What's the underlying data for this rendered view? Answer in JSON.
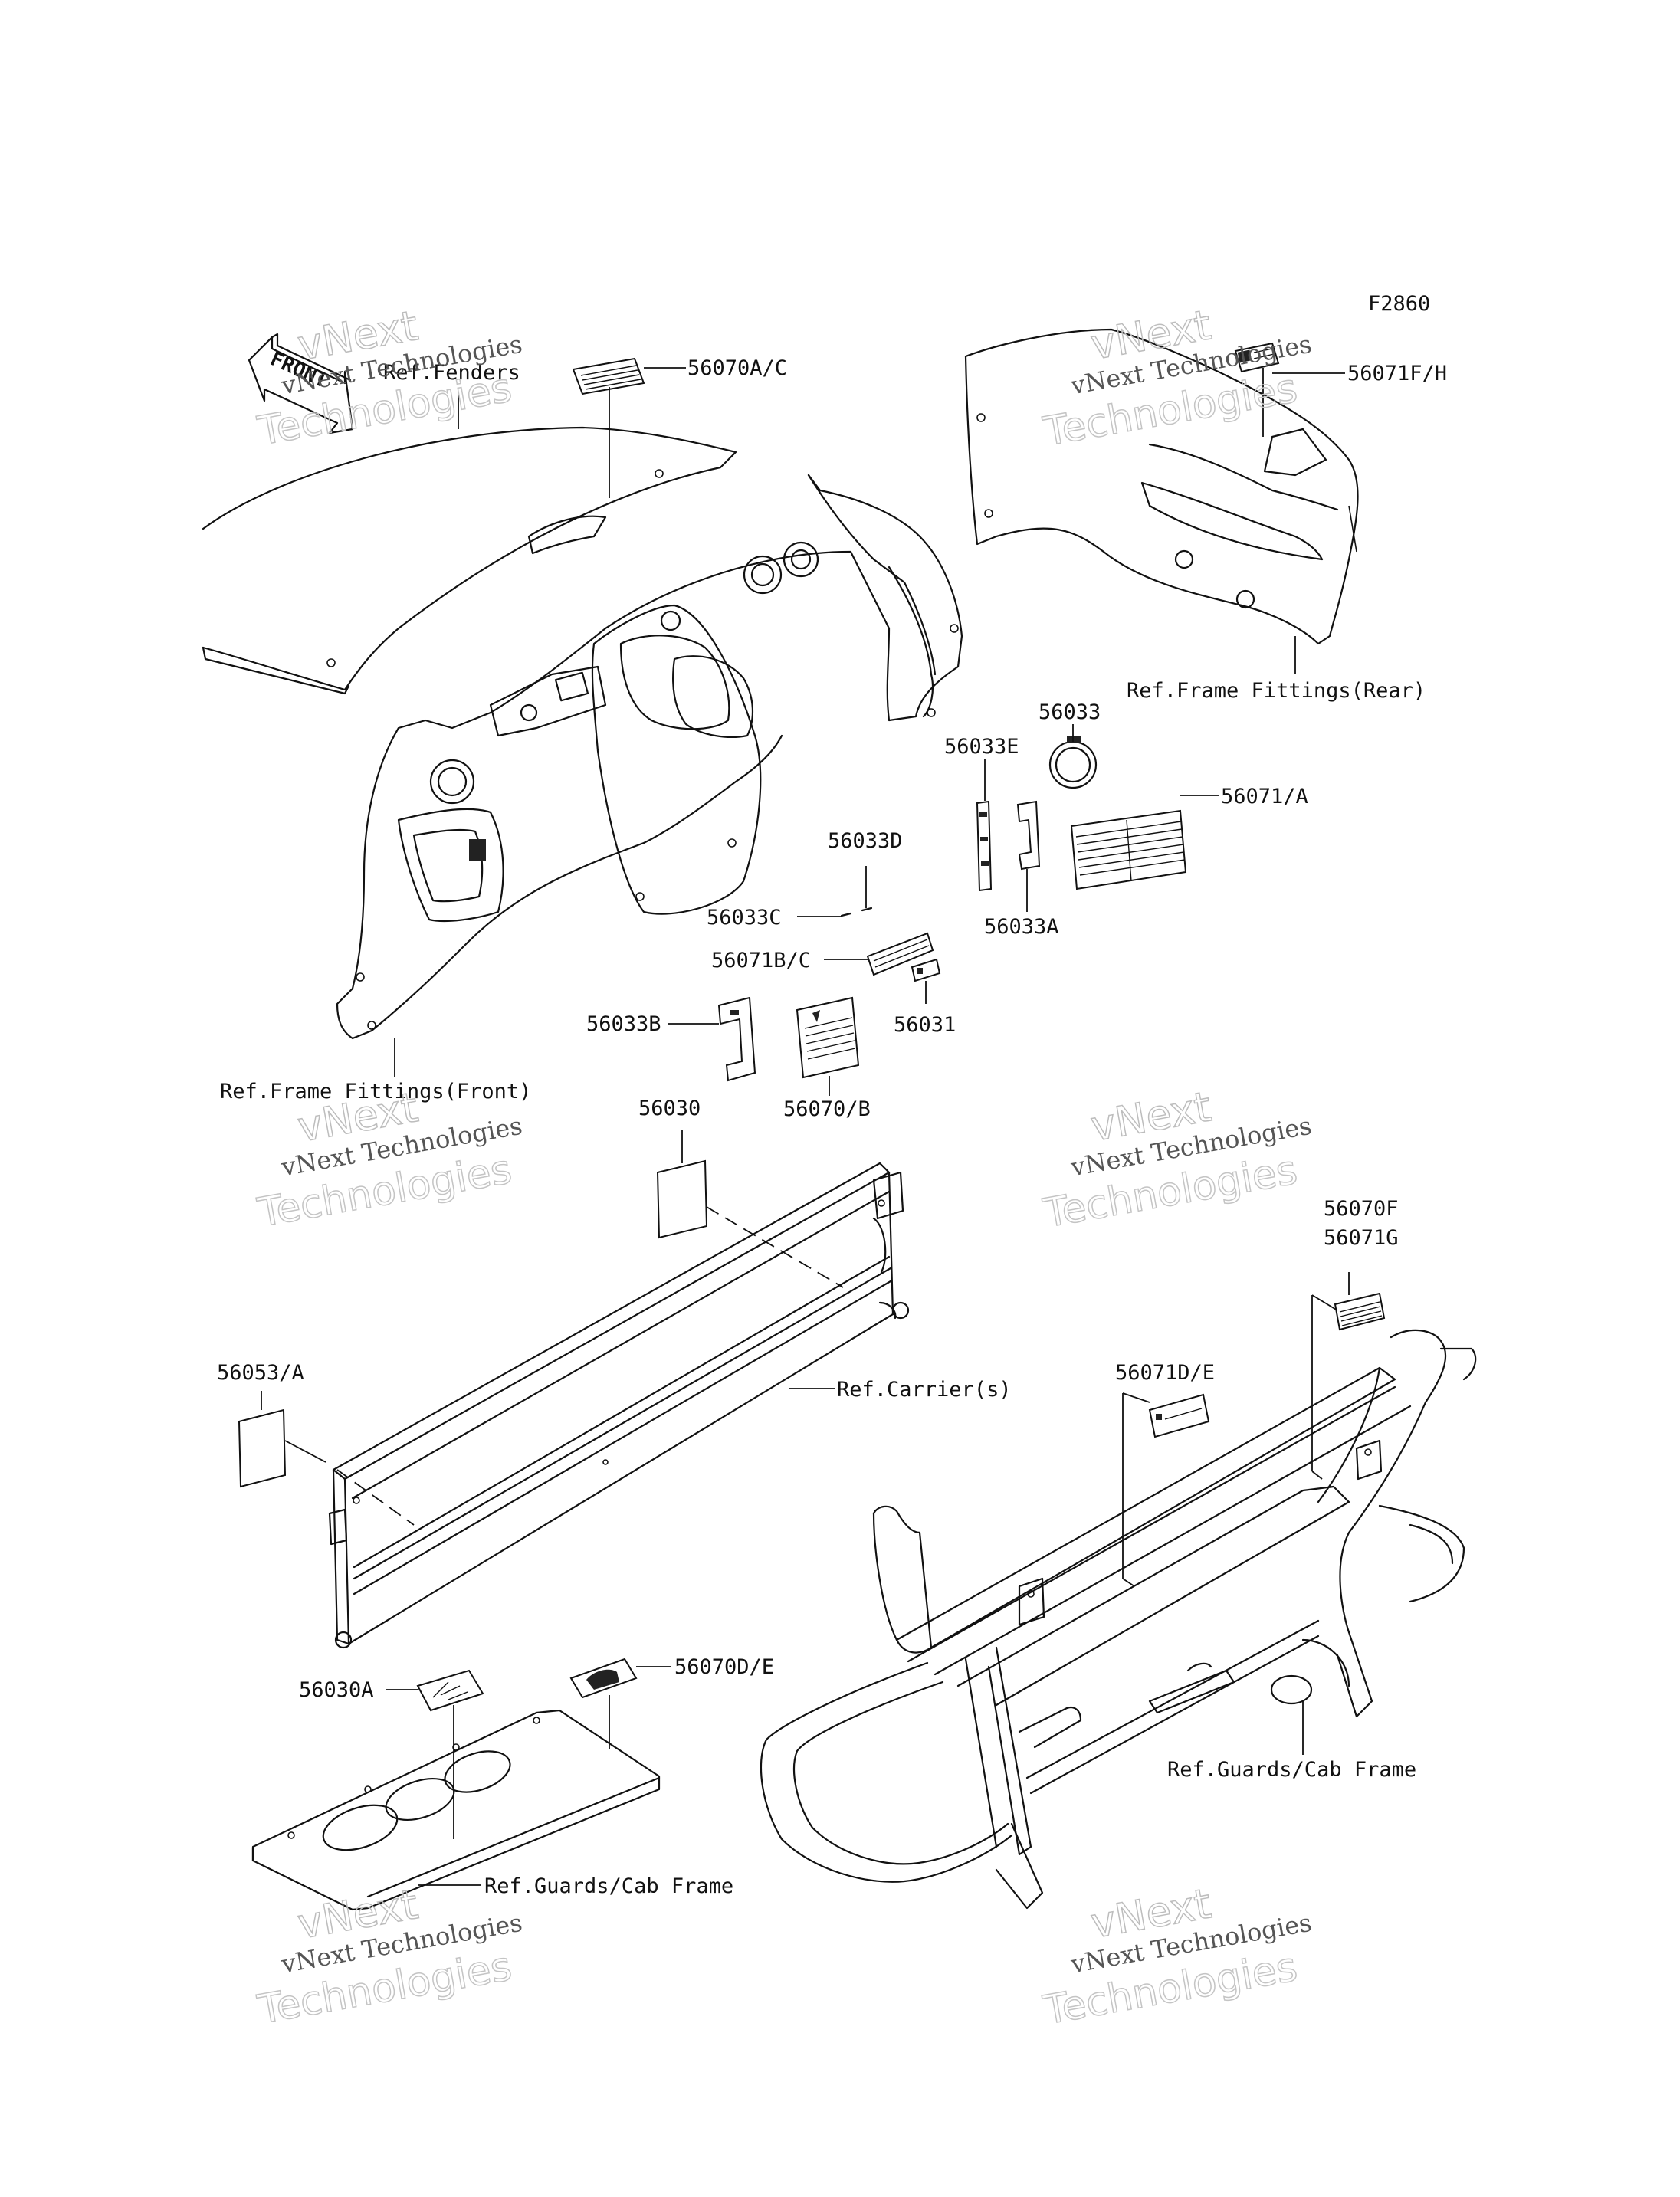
{
  "figure_code": "F2860",
  "labels": {
    "p56070AC": "56070A/C",
    "p56071FH": "56071F/H",
    "ref_fenders": "Ref.Fenders",
    "ref_frame_rear": "Ref.Frame Fittings(Rear)",
    "p56033": "56033",
    "p56033E": "56033E",
    "p56071A": "56071/A",
    "p56033D": "56033D",
    "p56033C": "56033C",
    "p56033A": "56033A",
    "p56071BC": "56071B/C",
    "p56031": "56031",
    "p56033B": "56033B",
    "p56070B": "56070/B",
    "ref_frame_front": "Ref.Frame Fittings(Front)",
    "p56030": "56030",
    "p56070F": "56070F",
    "p56071G": "56071G",
    "p56071DE": "56071D/E",
    "p56053A": "56053/A",
    "ref_carriers": "Ref.Carrier(s)",
    "p56070DE": "56070D/E",
    "p56030A": "56030A",
    "ref_guards_cab_1": "Ref.Guards/Cab Frame",
    "ref_guards_cab_2": "Ref.Guards/Cab Frame"
  },
  "front_arrow_text": "FRONT",
  "watermark": {
    "line1": "vNext",
    "line2": "Technologies",
    "small": "vNext Technologies"
  }
}
